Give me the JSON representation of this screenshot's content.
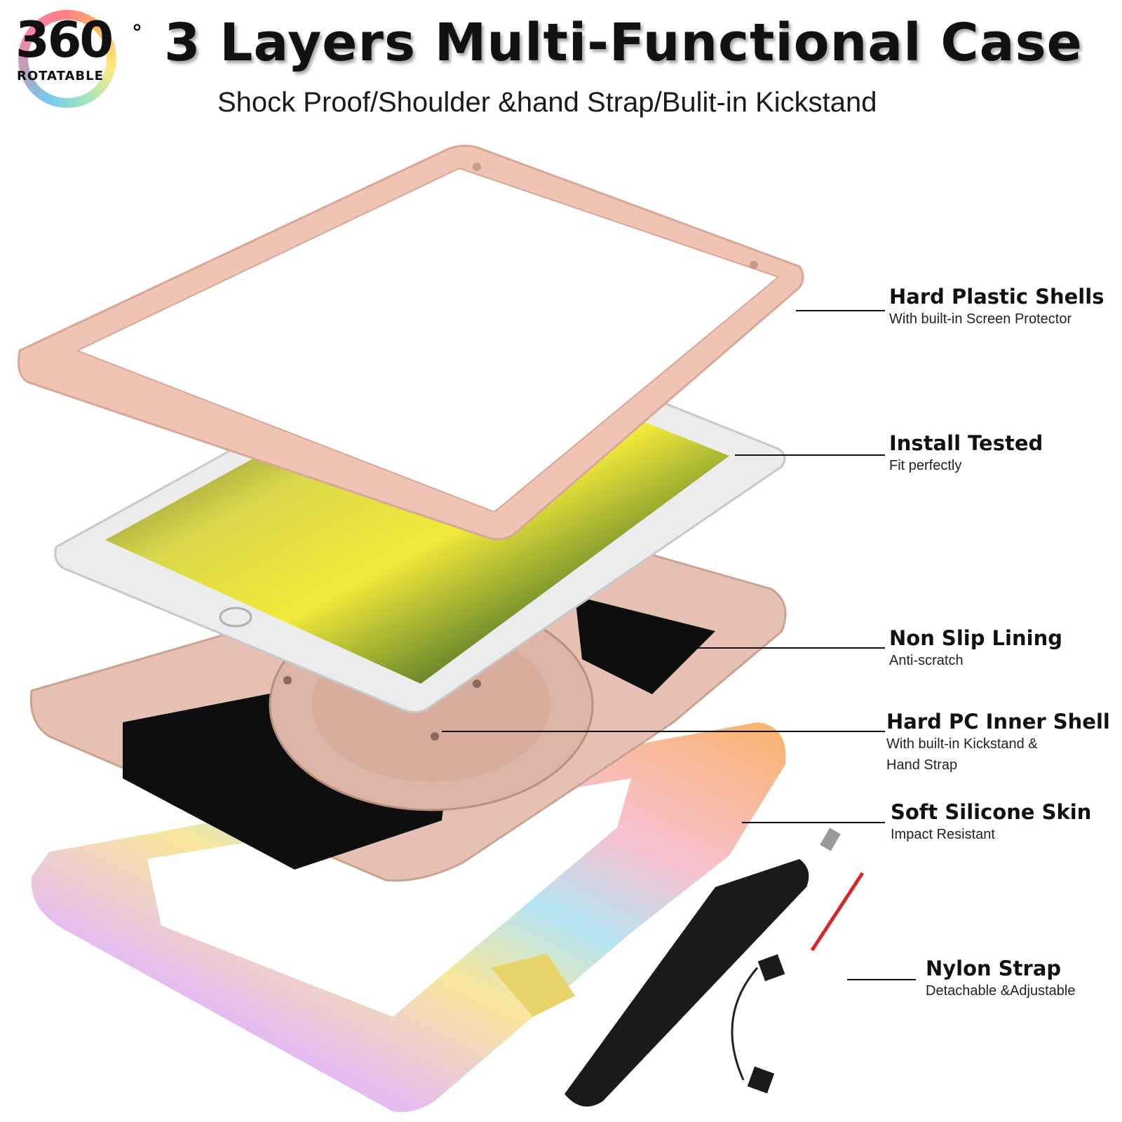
{
  "badge": {
    "number": "360",
    "degree": "°",
    "label": "ROTATABLE"
  },
  "header": {
    "title": "3 Layers Multi-Functional Case",
    "subtitle": "Shock Proof/Shoulder &hand Strap/Bulit-in Kickstand"
  },
  "callouts": [
    {
      "title": "Hard Plastic Shells",
      "lines": [
        "With built-in Screen Protector"
      ]
    },
    {
      "title": "Install Tested",
      "lines": [
        "Fit perfectly"
      ]
    },
    {
      "title": "Non Slip Lining",
      "lines": [
        "Anti-scratch"
      ]
    },
    {
      "title": "Hard PC Inner Shell",
      "lines": [
        "With built-in Kickstand &",
        "Hand Strap"
      ]
    },
    {
      "title": "Soft Silicone Skin",
      "lines": [
        "Impact Resistant"
      ]
    },
    {
      "title": "Nylon Strap",
      "lines": [
        "Detachable &Adjustable"
      ]
    }
  ],
  "colors": {
    "frame_pink": "#efc4b4",
    "shell_pink": "#e6c1b3",
    "tablet_bezel": "#ececec",
    "silicone_green": "#9fe1b5",
    "strap_black": "#1a1a1a"
  },
  "icons": [
    "rotate-360-icon"
  ]
}
